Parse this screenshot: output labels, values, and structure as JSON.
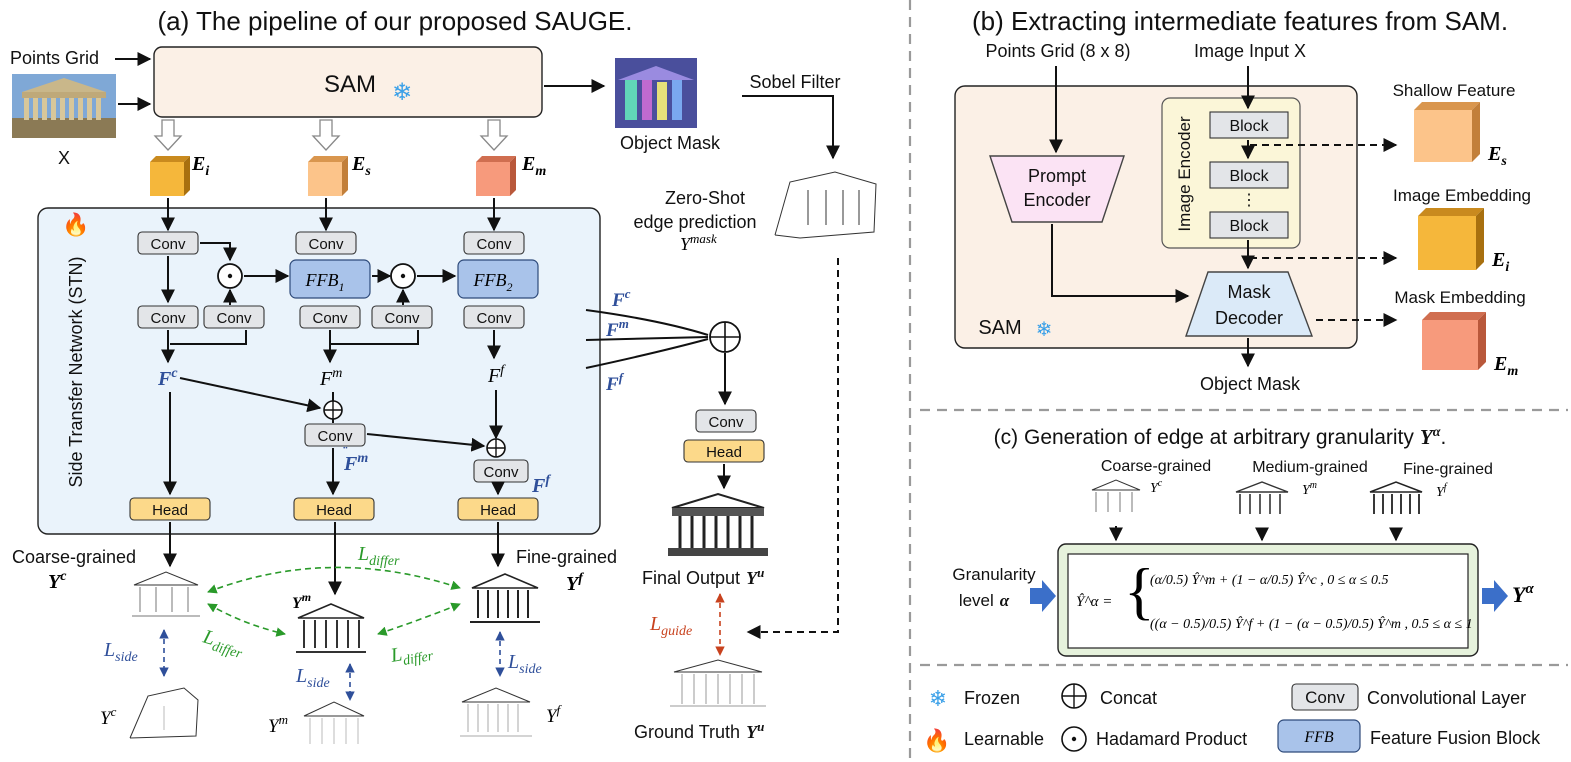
{
  "panel_a": {
    "title": "(a) The pipeline of our proposed SAUGE.",
    "points_grid": "Points Grid",
    "x_label": "X",
    "sam": "SAM",
    "object_mask": "Object Mask",
    "sobel": "Sobel Filter",
    "zero_shot_1": "Zero-Shot",
    "zero_shot_2": "edge prediction",
    "y_mask": "Y",
    "y_mask_sup": "mask",
    "e_i": "E",
    "e_i_sub": "i",
    "e_s": "E",
    "e_s_sub": "s",
    "e_m": "E",
    "e_m_sub": "m",
    "stn": "Side Transfer Network (STN)",
    "conv": "Conv",
    "head": "Head",
    "ffb": "FFB",
    "ffb1_sub": "1",
    "ffb2_sub": "2",
    "fc": "F",
    "fc_sup": "c",
    "fm": "F",
    "fm_sup": "m",
    "ff": "F",
    "ff_sup": "f",
    "coarse": "Coarse-grained",
    "fine": "Fine-grained",
    "final_output": "Final Output",
    "ground_truth": "Ground Truth",
    "l_differ": "L",
    "l_differ_sub": "differ",
    "l_side": "L",
    "l_side_sub": "side",
    "l_guide": "L",
    "l_guide_sub": "guide",
    "y": "Y",
    "yc": "c",
    "ym": "m",
    "yf": "f",
    "yu": "u"
  },
  "panel_b": {
    "title": "(b) Extracting intermediate features from SAM.",
    "points_grid": "Points Grid (8 x 8)",
    "image_input": "Image Input X",
    "prompt_1": "Prompt",
    "prompt_2": "Encoder",
    "image_encoder": "Image Encoder",
    "block": "Block",
    "mask_1": "Mask",
    "mask_2": "Decoder",
    "sam": "SAM",
    "object_mask": "Object Mask",
    "shallow": "Shallow Feature",
    "image_emb": "Image Embedding",
    "mask_emb": "Mask Embedding"
  },
  "panel_c": {
    "title": "(c) Generation of edge at arbitrary granularity",
    "coarse": "Coarse-grained",
    "medium": "Medium-grained",
    "fine": "Fine-grained",
    "granularity_1": "Granularity",
    "granularity_2": "level",
    "alpha": "α",
    "eq_lhs": "Ŷ^α =",
    "eq1": "(α/0.5) Ŷ^m + (1 − α/0.5) Ŷ^c , 0 ≤ α ≤ 0.5",
    "eq2": "((α − 0.5)/0.5) Ŷ^f + (1 − (α − 0.5)/0.5) Ŷ^m , 0.5 ≤ α ≤ 1"
  },
  "legend": {
    "frozen": "Frozen",
    "concat": "Concat",
    "conv": "Conv",
    "conv_desc": "Convolutional Layer",
    "learnable": "Learnable",
    "hadamard": "Hadamard Product",
    "ffb": "FFB",
    "ffb_desc": "Feature Fusion Block"
  },
  "colors": {
    "sam_fill": "#fbf0e6",
    "stn_fill": "#eaf3fb",
    "green_box": "#e6f2dc",
    "yellow_cube": "#f5b73b",
    "peach_cube": "#fcc48a",
    "salmon_cube": "#f79a7c",
    "blue_text": "#2f4f9a",
    "loss_green": "#2a9a2a",
    "loss_red": "#c8421e"
  }
}
